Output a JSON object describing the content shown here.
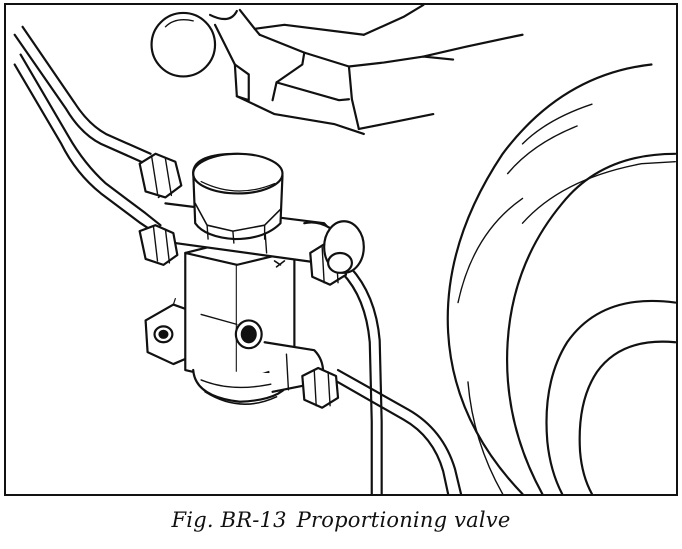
{
  "figure": {
    "label": "Fig. BR-13",
    "title": "Proportioning valve",
    "ink_color": "#111111",
    "paper_color": "#ffffff"
  },
  "parts": {
    "valve_body": "Proportioning valve",
    "icons": [
      "proportioning-valve-icon",
      "brake-line-icon",
      "flare-nut-icon",
      "mounting-ear-icon",
      "brake-drum-icon",
      "bracket-icon"
    ]
  }
}
